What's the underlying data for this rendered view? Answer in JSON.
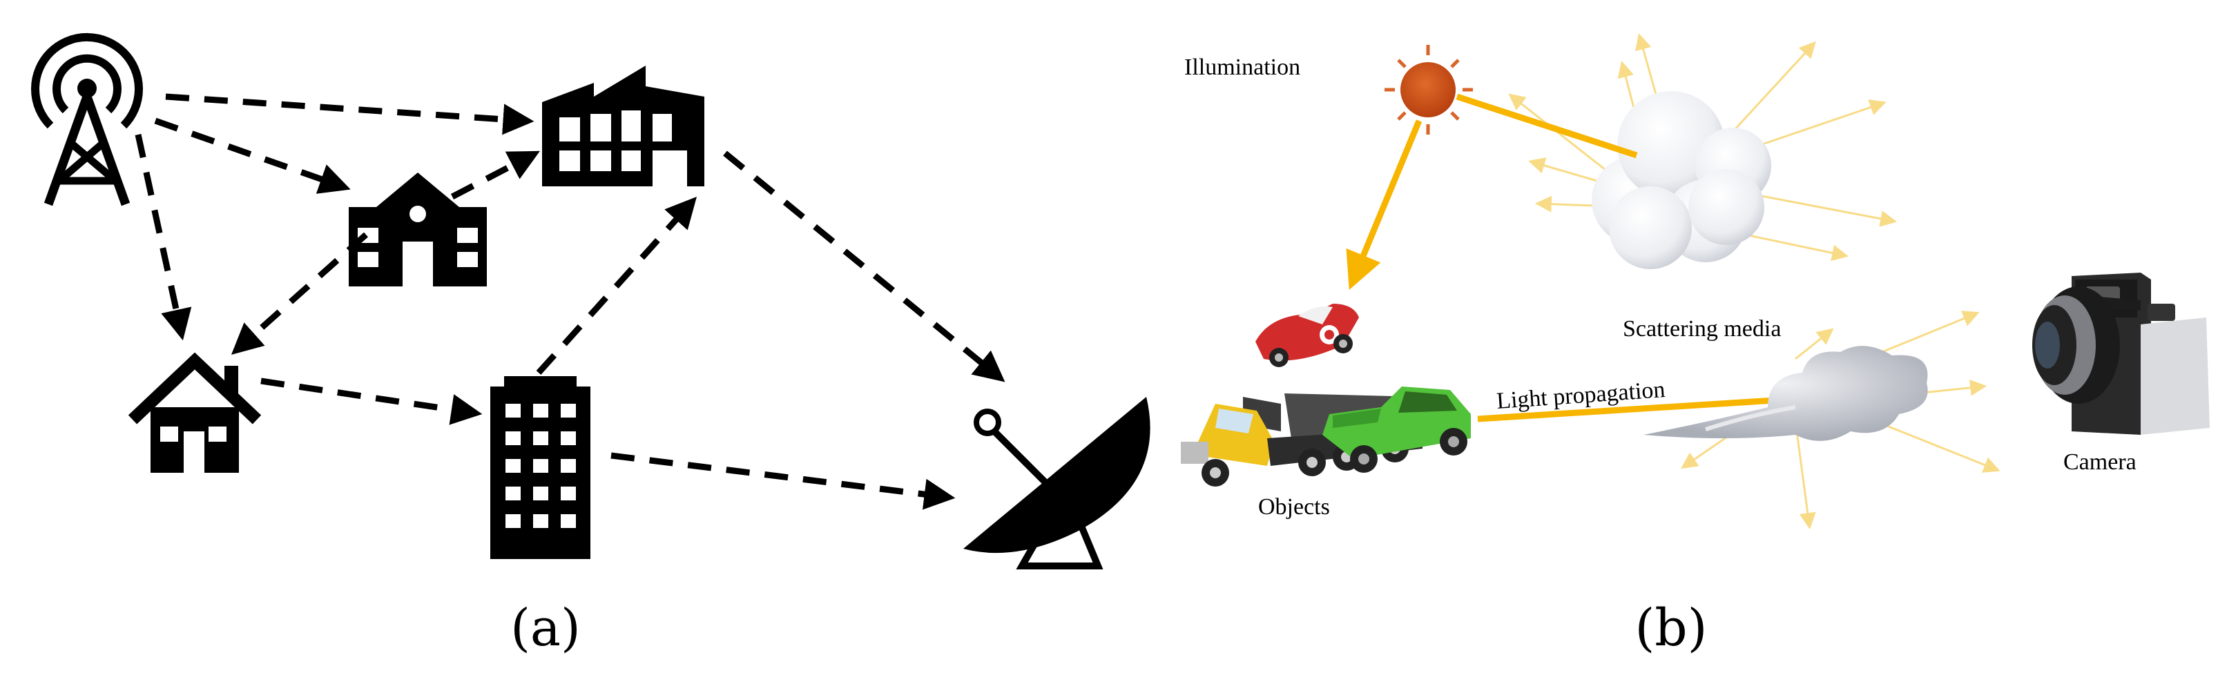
{
  "panel_a": {
    "caption": "(a)"
  },
  "panel_b": {
    "caption": "(b)",
    "labels": {
      "illumination": "Illumination",
      "scattering_media": "Scattering media",
      "light_propagation": "Light propagation",
      "objects": "Objects",
      "camera": "Camera"
    }
  },
  "colors": {
    "icon_fill": "#000000",
    "sun": "#c8501a",
    "sun_rays": "#d9652a",
    "beam": "#f7b500",
    "scatter_rays": "#f8d87a",
    "cloud": "#f1f1f4",
    "smoke": "#c9ccd3"
  },
  "icons": [
    "radio-tower-icon",
    "factory-icon",
    "school-icon",
    "house-icon",
    "office-building-icon",
    "satellite-dish-icon",
    "sun-icon",
    "cloud-icon",
    "smoke-icon",
    "race-car-icon",
    "dump-truck-icon",
    "pickup-truck-icon",
    "camera-icon"
  ]
}
